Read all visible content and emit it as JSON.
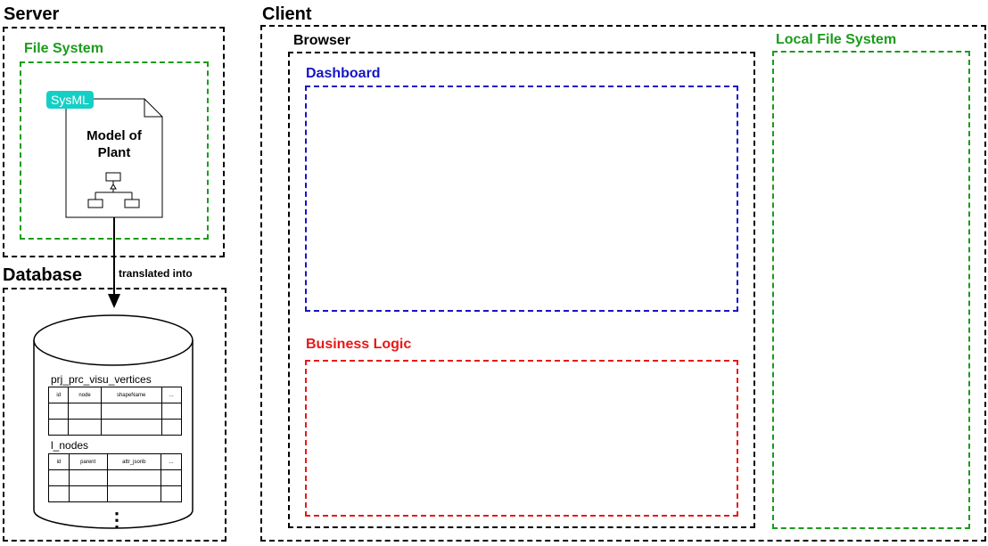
{
  "server": {
    "title": "Server",
    "file_system": {
      "title": "File System",
      "document": {
        "tag": "SysML",
        "label_line1": "Model of",
        "label_line2": "Plant"
      }
    }
  },
  "arrow": {
    "label": "translated into"
  },
  "database": {
    "title": "Database",
    "tables": [
      {
        "name": "prj_prc_visu_vertices",
        "columns": [
          "id",
          "node",
          "shapeName",
          "..."
        ]
      },
      {
        "name": "l_nodes",
        "columns": [
          "id",
          "parent",
          "attr_jsonb",
          "..."
        ]
      }
    ],
    "more": "⋮"
  },
  "client": {
    "title": "Client",
    "browser": {
      "title": "Browser",
      "dashboard": {
        "title": "Dashboard"
      },
      "business_logic": {
        "title": "Business Logic"
      }
    },
    "local_file_system": {
      "title": "Local File System"
    }
  },
  "colors": {
    "green": "#1a9c1a",
    "blue": "#1515c8",
    "red": "#e81818",
    "sysml_tag": "#14cfc5"
  }
}
